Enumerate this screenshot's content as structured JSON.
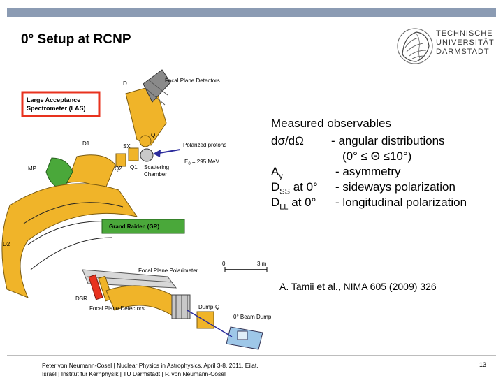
{
  "slide": {
    "title": "0° Setup at RCNP",
    "logo_text": "TECHNISCHE\nUNIVERSITÄT\nDARMSTADT"
  },
  "diagram": {
    "label_d": "D",
    "label_focal_plane_detectors_top": "Focal Plane Detectors",
    "label_las_line1": "Large Acceptance",
    "label_las_line2": "Spectrometer (LAS)",
    "label_q": "Q",
    "label_d1": "D1",
    "label_sx": "SX",
    "label_polarized_protons": "Polarized protons",
    "label_energy": "E",
    "label_energy_sub": "0",
    "label_energy_value": " = 295 MeV",
    "label_mp": "MP",
    "label_q2": "Q2",
    "label_q1": "Q1",
    "label_scattering_line1": "Scattering",
    "label_scattering_line2": "Chamber",
    "label_grand_raiden": "Grand Raiden (GR)",
    "label_d2": "D2",
    "label_focal_plane_polarimeter": "Focal Plane Polarimeter",
    "scale_zero": "0",
    "scale_three": "3 m",
    "label_dsr": "DSR",
    "label_focal_plane_detectors_bottom": "Focal Plane Detectors",
    "label_dump_q": "Dump-Q",
    "label_beam_dump": "0° Beam Dump",
    "colors": {
      "las_box": "#e8321e",
      "gr_box": "#4aa83a",
      "magnet": "#f0b429",
      "beam": "#2b2b9c"
    }
  },
  "observables": {
    "heading": "Measured observables",
    "rows": [
      {
        "symbol": "dσ/dΩ",
        "desc": "- angular distributions"
      },
      {
        "symbol": "",
        "desc": "(0° ≤ Θ ≤10°)"
      },
      {
        "symbol_main": "A",
        "symbol_sub": "y",
        "symbol_tail": "",
        "desc": "- asymmetry"
      },
      {
        "symbol_main": "D",
        "symbol_sub": "SS",
        "symbol_tail": " at 0°",
        "desc": "- sideways polarization"
      },
      {
        "symbol_main": "D",
        "symbol_sub": "LL",
        "symbol_tail": " at 0°",
        "desc": "- longitudinal polarization"
      }
    ]
  },
  "reference": "A. Tamii et al., NIMA 605 (2009) 326",
  "footer": {
    "line1": "Peter von Neumann-Cosel | Nuclear Physics in Astrophysics, April 3-8, 2011, Eilat,",
    "line2": "Israel | Institut für Kernphysik | TU Darmstadt | P. von Neumann-Cosel",
    "page_number": "13"
  }
}
